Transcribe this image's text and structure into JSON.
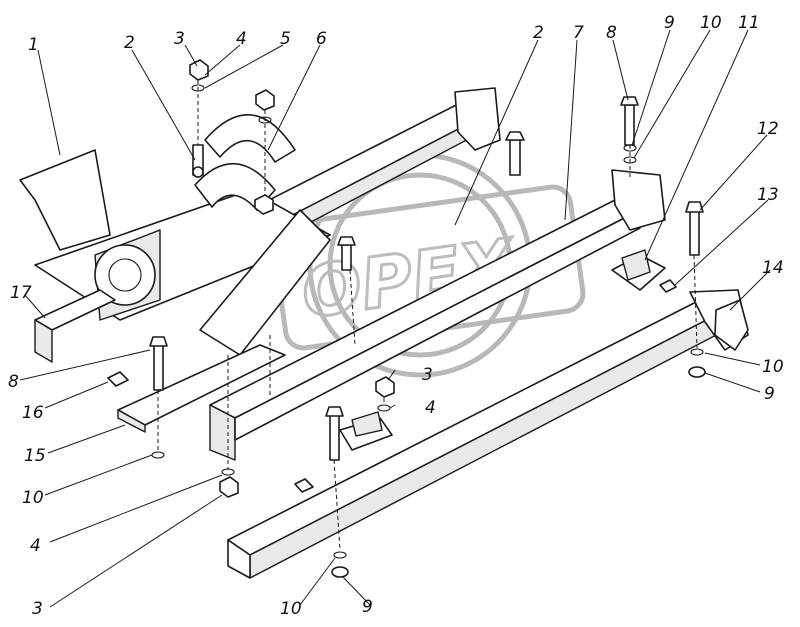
{
  "diagram": {
    "callouts": [
      {
        "id": "c1",
        "text": "1"
      },
      {
        "id": "c2a",
        "text": "2"
      },
      {
        "id": "c3a",
        "text": "3"
      },
      {
        "id": "c4a",
        "text": "4"
      },
      {
        "id": "c5",
        "text": "5"
      },
      {
        "id": "c6",
        "text": "6"
      },
      {
        "id": "c2b",
        "text": "2"
      },
      {
        "id": "c7",
        "text": "7"
      },
      {
        "id": "c8a",
        "text": "8"
      },
      {
        "id": "c9a",
        "text": "9"
      },
      {
        "id": "c10a",
        "text": "10"
      },
      {
        "id": "c11",
        "text": "11"
      },
      {
        "id": "c12",
        "text": "12"
      },
      {
        "id": "c13",
        "text": "13"
      },
      {
        "id": "c14",
        "text": "14"
      },
      {
        "id": "c10b",
        "text": "10"
      },
      {
        "id": "c9b",
        "text": "9"
      },
      {
        "id": "c17",
        "text": "17"
      },
      {
        "id": "c8b",
        "text": "8"
      },
      {
        "id": "c16",
        "text": "16"
      },
      {
        "id": "c15",
        "text": "15"
      },
      {
        "id": "c10c",
        "text": "10"
      },
      {
        "id": "c4b",
        "text": "4"
      },
      {
        "id": "c3b",
        "text": "3"
      },
      {
        "id": "c3c",
        "text": "3"
      },
      {
        "id": "c4c",
        "text": "4"
      },
      {
        "id": "c10d",
        "text": "10"
      },
      {
        "id": "c9c",
        "text": "9"
      }
    ],
    "watermark": "OPEX",
    "colors": {
      "ink": "#1a1a1a",
      "watermark": "#bdbdbd",
      "background": "#ffffff"
    }
  }
}
